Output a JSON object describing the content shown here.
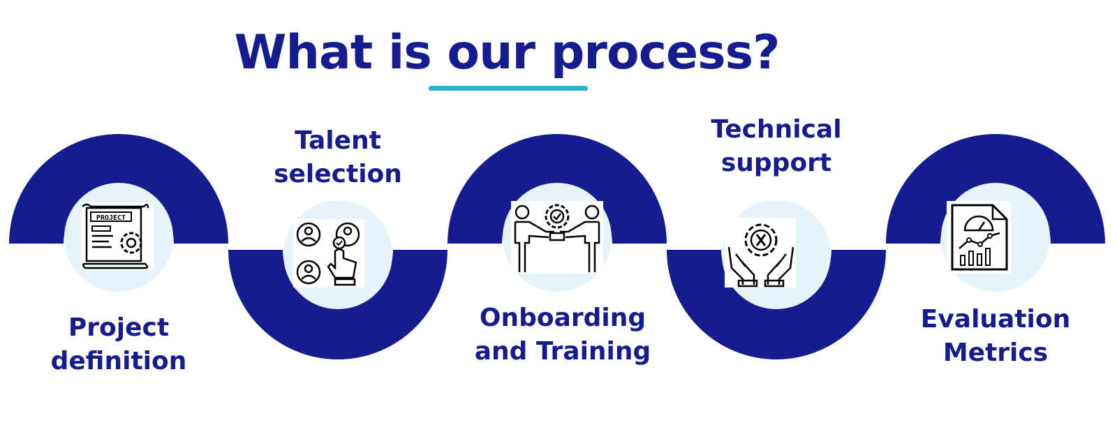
{
  "title": "What is our process?",
  "colors": {
    "primary": "#141c8f",
    "accent": "#2bb1d3",
    "circle_fill": "#e6f4fa"
  },
  "steps": [
    {
      "lines": [
        "Project",
        "definition"
      ],
      "icon": "project-document-gear-icon"
    },
    {
      "lines": [
        "Talent",
        "selection"
      ],
      "icon": "talent-selection-people-hand-icon"
    },
    {
      "lines": [
        "Onboarding",
        "and Training"
      ],
      "icon": "onboarding-handshake-gear-icon"
    },
    {
      "lines": [
        "Technical",
        "support"
      ],
      "icon": "hands-gear-wrench-icon"
    },
    {
      "lines": [
        "Evaluation",
        "Metrics"
      ],
      "icon": "report-gauge-chart-icon"
    }
  ]
}
